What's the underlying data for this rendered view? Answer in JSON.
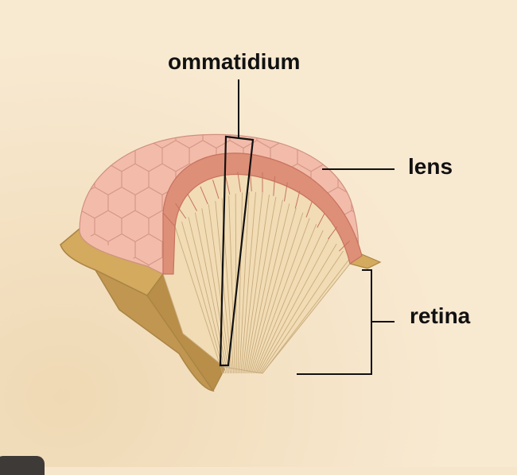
{
  "labels": {
    "ommatidium": "ommatidium",
    "lens": "lens",
    "retina": "retina"
  },
  "colors": {
    "background": "#f6e6cc",
    "lens_facets": "#f3bcaa",
    "lens_facet_lines": "#d08f80",
    "lens_rim": "#de8f78",
    "retina_cones": "#f1dcb5",
    "eye_shell": "#d3aa5e",
    "eye_shell_dark": "#a98445",
    "leader_lines": "#111111"
  },
  "icons": {
    "corner": "dark-corner-tab"
  }
}
